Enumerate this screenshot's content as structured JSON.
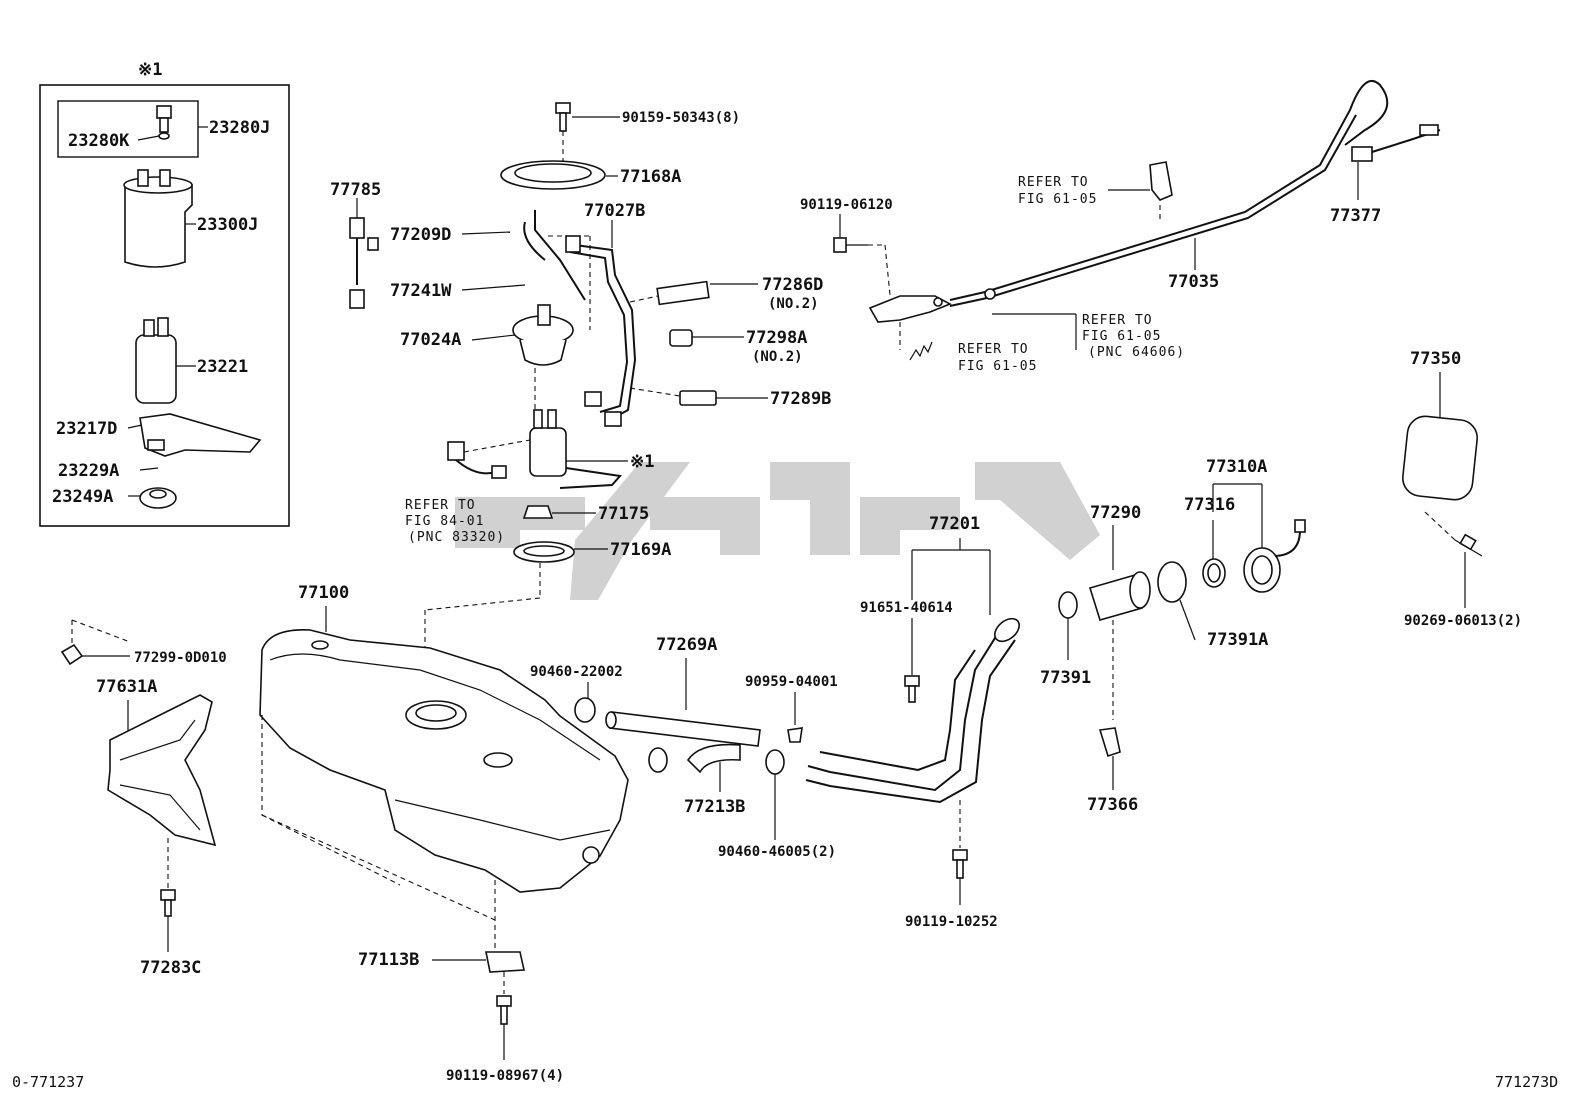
{
  "inset": {
    "marker": "※1",
    "labels": [
      "23280K",
      "23280J",
      "23300J",
      "23221",
      "23217D",
      "23229A",
      "23249A"
    ]
  },
  "labels": {
    "p90159": "90159-50343(8)",
    "p77168A": "77168A",
    "p77027B": "77027B",
    "p77785": "77785",
    "p77209D": "77209D",
    "p77241W": "77241W",
    "p77024A": "77024A",
    "p77286D": "77286D",
    "p77286D_sub": "(NO.2)",
    "p77298A": "77298A",
    "p77298A_sub": "(NO.2)",
    "p77289B": "77289B",
    "p_ref1": "※1",
    "p77175": "77175",
    "p77169A": "77169A",
    "p90119_06120": "90119-06120",
    "p77377": "77377",
    "p77035": "77035",
    "p77350": "77350",
    "p77310A": "77310A",
    "p77316": "77316",
    "p77290": "77290",
    "p77201": "77201",
    "p91651": "91651-40614",
    "p77391A": "77391A",
    "p77391": "77391",
    "p77366": "77366",
    "p90269": "90269-06013(2)",
    "p77100": "77100",
    "p77299": "77299-0D010",
    "p77631A": "77631A",
    "p77283C": "77283C",
    "p90460_22002": "90460-22002",
    "p77269A": "77269A",
    "p90959": "90959-04001",
    "p77213B": "77213B",
    "p90460_46005": "90460-46005(2)",
    "p90119_10252": "90119-10252",
    "p77113B": "77113B",
    "p90119_08967": "90119-08967(4)"
  },
  "refs": {
    "r1_l1": "REFER TO",
    "r1_l2": "FIG 84-01",
    "r1_l3": "(PNC 83320)",
    "r2_l1": "REFER TO",
    "r2_l2": "FIG 61-05",
    "r3_l1": "REFER TO",
    "r3_l2": "FIG 61-05",
    "r3_l3": "(PNC 64606)",
    "r4_l1": "REFER TO",
    "r4_l2": "FIG 61-05"
  },
  "footer": {
    "left_code": "0-771237",
    "right_code": "771273D"
  },
  "colors": {
    "ink": "#111111",
    "watermark": "#c9c9c9"
  }
}
